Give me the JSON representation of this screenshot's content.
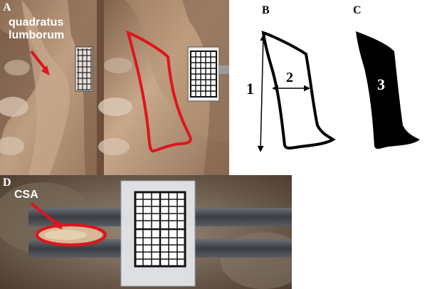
{
  "panel_a": {
    "letter": "A",
    "label_line1": "quadratus",
    "label_line2": "lumborum"
  },
  "panel_b": {
    "letter": "B",
    "length_num": "1",
    "width_num": "2"
  },
  "panel_c": {
    "letter": "C",
    "area_num": "3"
  },
  "panel_d": {
    "letter": "D",
    "label": "CSA"
  },
  "colors": {
    "outline_red": "#e0141e",
    "tissue_dark": "#7a5a44",
    "tissue_light": "#c9a684",
    "clamp_gray": "#4a4d52"
  }
}
